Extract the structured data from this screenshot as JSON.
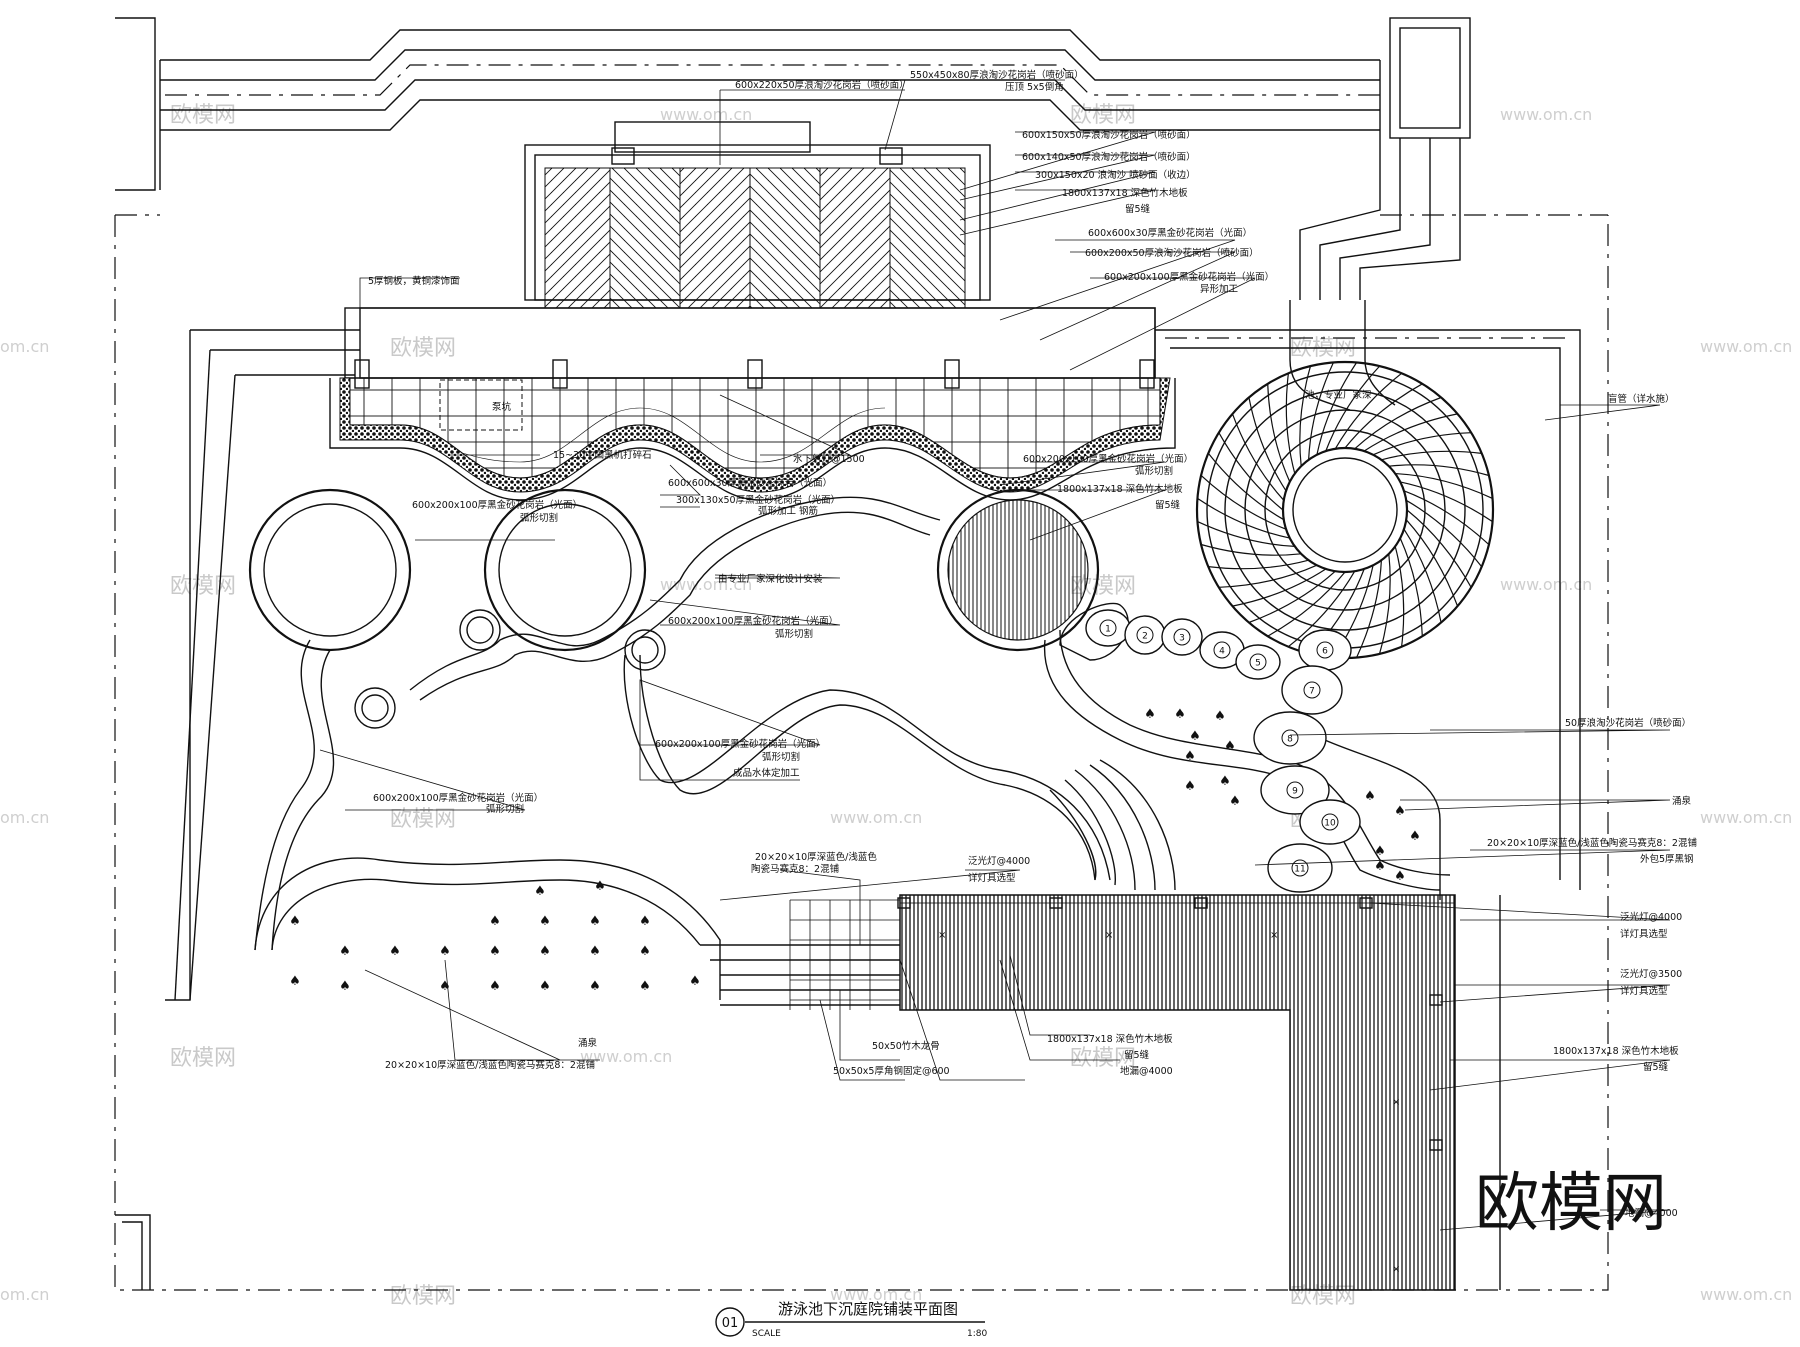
{
  "title": {
    "index": "01",
    "name": "游泳池下沉庭院铺装平面图",
    "scale_label": "SCALE",
    "scale_value": "1:80"
  },
  "watermark": {
    "brand": "欧模网",
    "url": "www.om.cn",
    "edge_url": "om.cn"
  },
  "stepping_stones": [
    "1",
    "2",
    "3",
    "4",
    "5",
    "6",
    "7",
    "8",
    "9",
    "10",
    "11"
  ],
  "labels": {
    "a01": "550x450x80厚浪淘沙花岗岩（喷砂面）",
    "a02": "压顶 5x5倒角",
    "a03": "600x220x50厚浪淘沙花岗岩（喷砂面）",
    "a04": "600x150x50厚浪淘沙花岗岩（喷砂面）",
    "a05": "600x140x50厚浪淘沙花岗岩（喷砂面）",
    "a06": "300x150x20 浪淘沙 喷砂面（收边）",
    "a07": "1800x137x18 深色竹木地板",
    "a08": "留5缝",
    "a09": "600x600x30厚黑金砂花岗岩（光面）",
    "a10": "600x200x50厚浪淘沙花岗岩（喷砂面）",
    "a11": "600x200x100厚黑金砂花岗岩（光面）",
    "a12": "异形加工",
    "a13": "5厚钢板，黄铜漆饰面",
    "a14": "泵坑",
    "a15": "池，专业厂家深",
    "a16": "盲管（详水施）",
    "a17": "15~30中国黑机打碎石",
    "a18": "水下射灯@1500",
    "a19": "600x200x100厚黑金砂花岗岩（光面）",
    "a20": "弧形切割",
    "a21": "1800x137x18 深色竹木地板",
    "a22": "留5缝",
    "a23": "600x600x30厚黑金砂花岗岩（光面）",
    "a24": "300x130x50厚黑金砂花岗岩（光面）",
    "a25": "弧形加工 钢筋",
    "a26": "600x200x100厚黑金砂花岗岩（光面）",
    "a27": "弧形切割",
    "a28": "由专业厂家深化设计安装",
    "a29": "600x200x100厚黑金砂花岗岩（光面）",
    "a30": "弧形切割",
    "a31": "50厚浪淘沙花岗岩（喷砂面）",
    "a32": "600x200x100厚黑金砂花岗岩（光面）",
    "a33": "弧形切割",
    "a34": "成品水体定加工",
    "a35": "涌泉",
    "a36": "600x200x100厚黑金砂花岗岩（光面）",
    "a37": "弧形切割",
    "a38": "20×20×10厚深蓝色/浅蓝色陶瓷马赛克8：2混铺",
    "a39": "外包5厚黑钢",
    "a40": "20×20×10厚深蓝色/浅蓝色",
    "a41": "陶瓷马赛克8：2混铺",
    "a42": "泛光灯@4000",
    "a43": "详灯具选型",
    "a44": "泛光灯@4000",
    "a45": "详灯具选型",
    "a46": "泛光灯@3500",
    "a47": "详灯具选型",
    "a48": "1800x137x18 深色竹木地板",
    "a49": "留5缝",
    "a50": "涌泉",
    "a51": "20×20×10厚深蓝色/浅蓝色陶瓷马赛克8：2混铺",
    "a52": "1800x137x18 深色竹木地板",
    "a53": "留5缝",
    "a54": "地漏@4000",
    "a55": "50x50竹木龙骨",
    "a56": "50x50x5厚角钢固定@600",
    "a57": "地漏@4000"
  }
}
